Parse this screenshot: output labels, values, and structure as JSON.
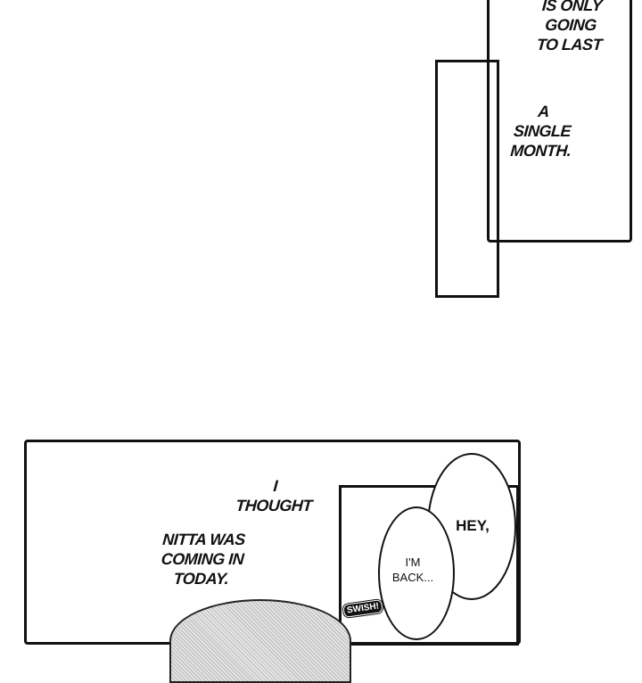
{
  "panels": {
    "top_right": {
      "caption_1": [
        "IS ONLY",
        "GOING",
        "TO LAST"
      ],
      "caption_2": [
        "A",
        "SINGLE",
        "MONTH."
      ]
    },
    "bottom": {
      "narration_1": [
        "I",
        "THOUGHT"
      ],
      "narration_2": [
        "NITTA WAS",
        "COMING IN",
        "TODAY."
      ],
      "bubble_hey": "HEY,",
      "bubble_back": [
        "I'M",
        "BACK..."
      ],
      "sfx": "SWISH!"
    }
  }
}
